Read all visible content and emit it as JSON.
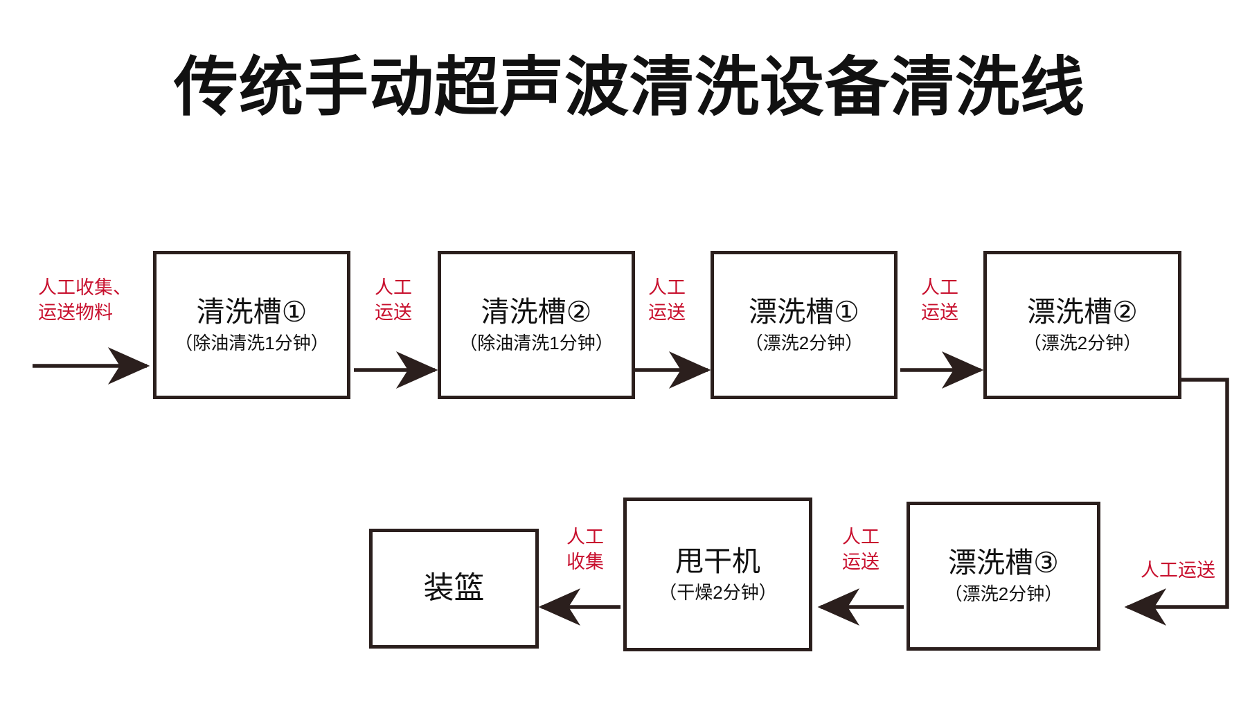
{
  "page": {
    "title": "传统手动超声波清洗设备清洗线",
    "background_color": "#ffffff",
    "line_color": "#2b1f1d",
    "accent_color": "#c8102e",
    "text_color": "#111111"
  },
  "flow": {
    "nodes": [
      {
        "id": "tank-wash-1",
        "title": "清洗槽①",
        "sub": "（除油清洗1分钟）"
      },
      {
        "id": "tank-wash-2",
        "title": "清洗槽②",
        "sub": "（除油清洗1分钟）"
      },
      {
        "id": "tank-rinse-1",
        "title": "漂洗槽①",
        "sub": "（漂洗2分钟）"
      },
      {
        "id": "tank-rinse-2",
        "title": "漂洗槽②",
        "sub": "（漂洗2分钟）"
      },
      {
        "id": "tank-rinse-3",
        "title": "漂洗槽③",
        "sub": "（漂洗2分钟）"
      },
      {
        "id": "spin-dryer",
        "title": "甩干机",
        "sub": "（干燥2分钟）"
      },
      {
        "id": "basket",
        "title": "装篮",
        "sub": ""
      }
    ],
    "edge_labels": [
      {
        "id": "edge-intake",
        "text": "人工收集、\n运送物料"
      },
      {
        "id": "edge-wash1-to-wash2",
        "text": "人工\n运送"
      },
      {
        "id": "edge-wash2-to-rinse1",
        "text": "人工\n运送"
      },
      {
        "id": "edge-rinse1-to-rinse2",
        "text": "人工\n运送"
      },
      {
        "id": "edge-rinse2-to-rinse3",
        "text": "人工运送"
      },
      {
        "id": "edge-rinse3-to-dryer",
        "text": "人工\n运送"
      },
      {
        "id": "edge-dryer-to-basket",
        "text": "人工\n收集"
      }
    ]
  }
}
